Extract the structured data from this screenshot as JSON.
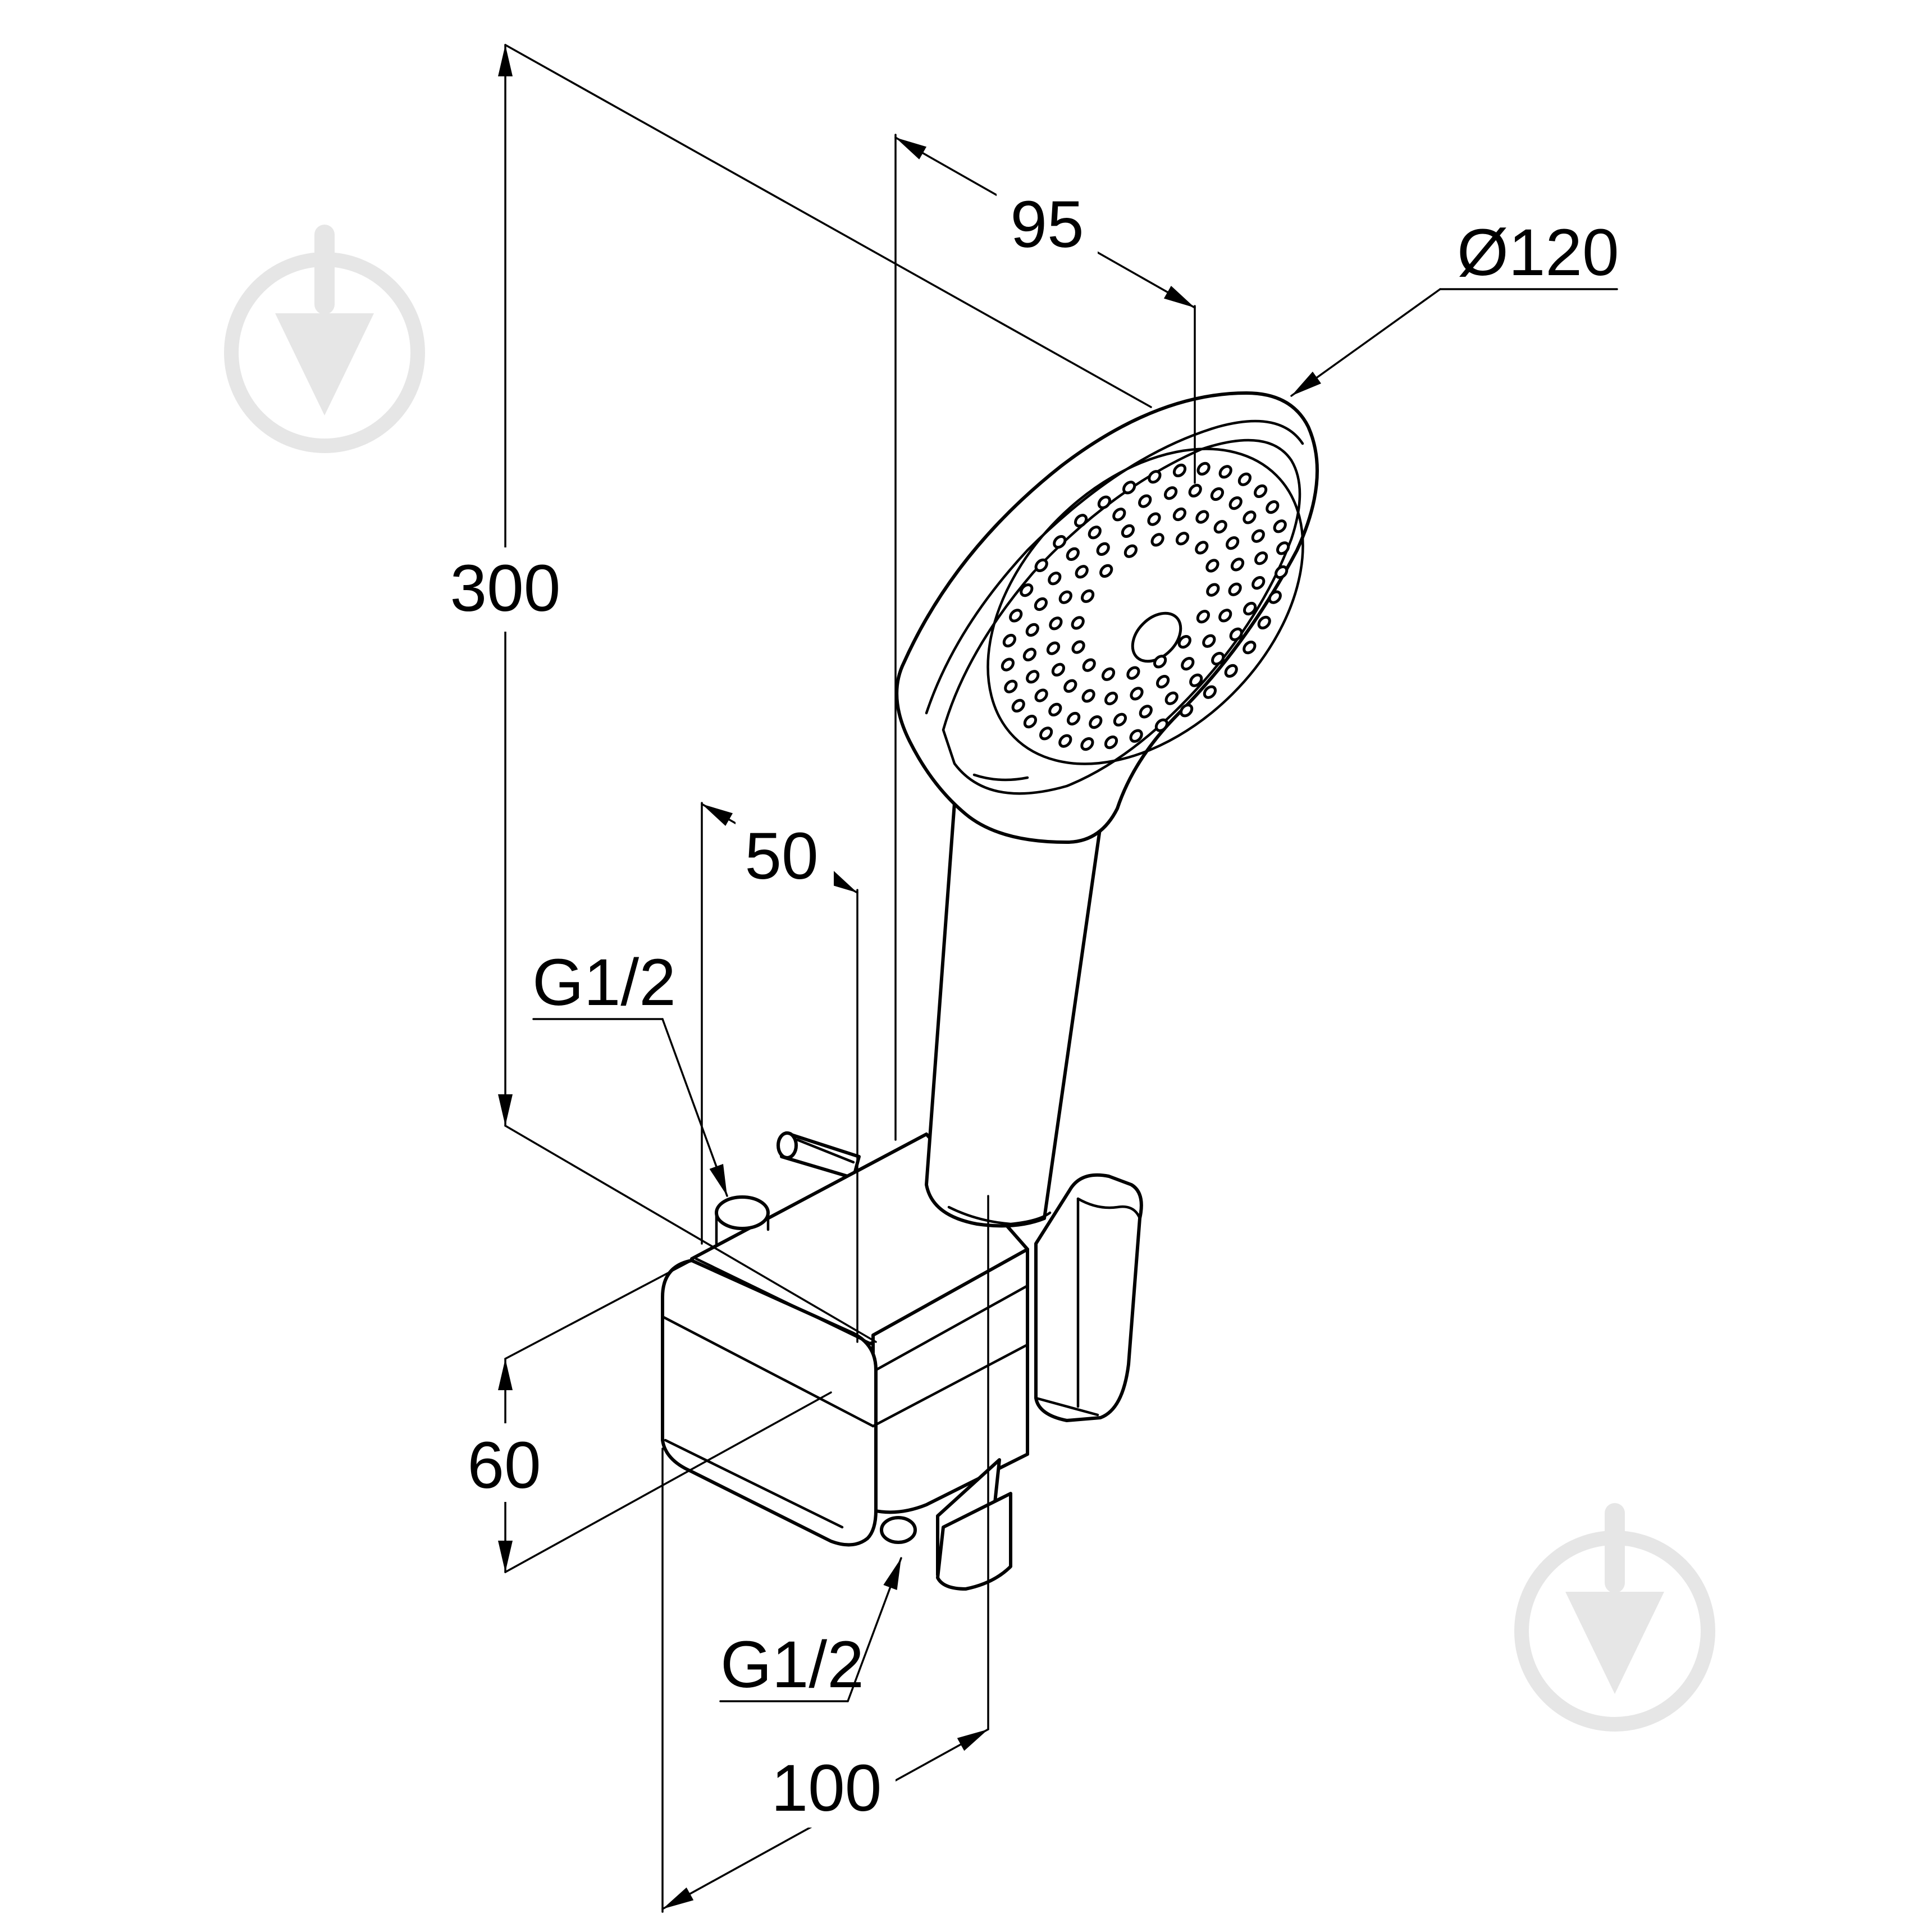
{
  "dimensions": {
    "height_total": "300",
    "handle_offset": "95",
    "head_diameter": "Ø120",
    "holder_depth": "50",
    "inlet_thread_top": "G1/2",
    "holder_height": "60",
    "outlet_thread_bottom": "G1/2",
    "holder_width": "100"
  },
  "watermark": {
    "icon": "trowel-logo-icon",
    "color": "#e6e6e6"
  }
}
